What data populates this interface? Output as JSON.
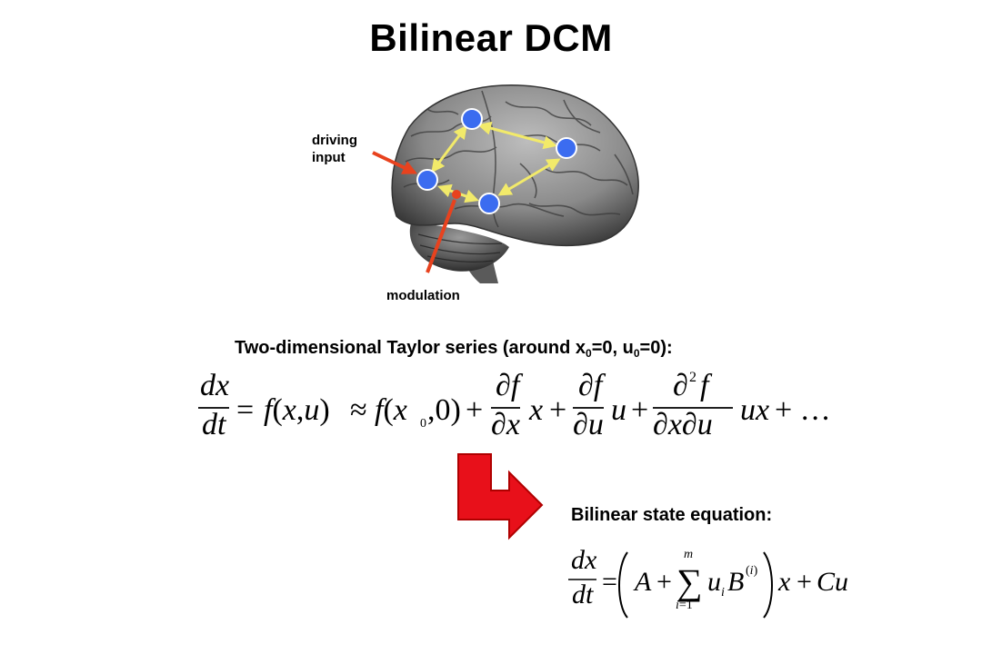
{
  "title": "Bilinear DCM",
  "diagram": {
    "label_driving_line1": "driving",
    "label_driving_line2": "input",
    "label_modulation": "modulation",
    "node_color": "#3b6cf0",
    "connection_color": "#f2ea6a",
    "input_arrow_color": "#e8421e"
  },
  "taylor": {
    "heading_prefix": "Two-dimensional Taylor series (around x",
    "heading_sub1": "0",
    "heading_mid": "=0, u",
    "heading_sub2": "0",
    "heading_suffix": "=0):",
    "equation_text": "dx/dt = f(x,u) ≈ f(x0,0) + ∂f/∂x x + ∂f/∂u u + ∂²f/∂x∂u ux + …"
  },
  "bilinear": {
    "heading": "Bilinear state equation:",
    "equation_text": "dx/dt = (A + Σ_{i=1}^{m} u_i B^(i)) x + Cu",
    "arrow_color": "#e8101a"
  }
}
